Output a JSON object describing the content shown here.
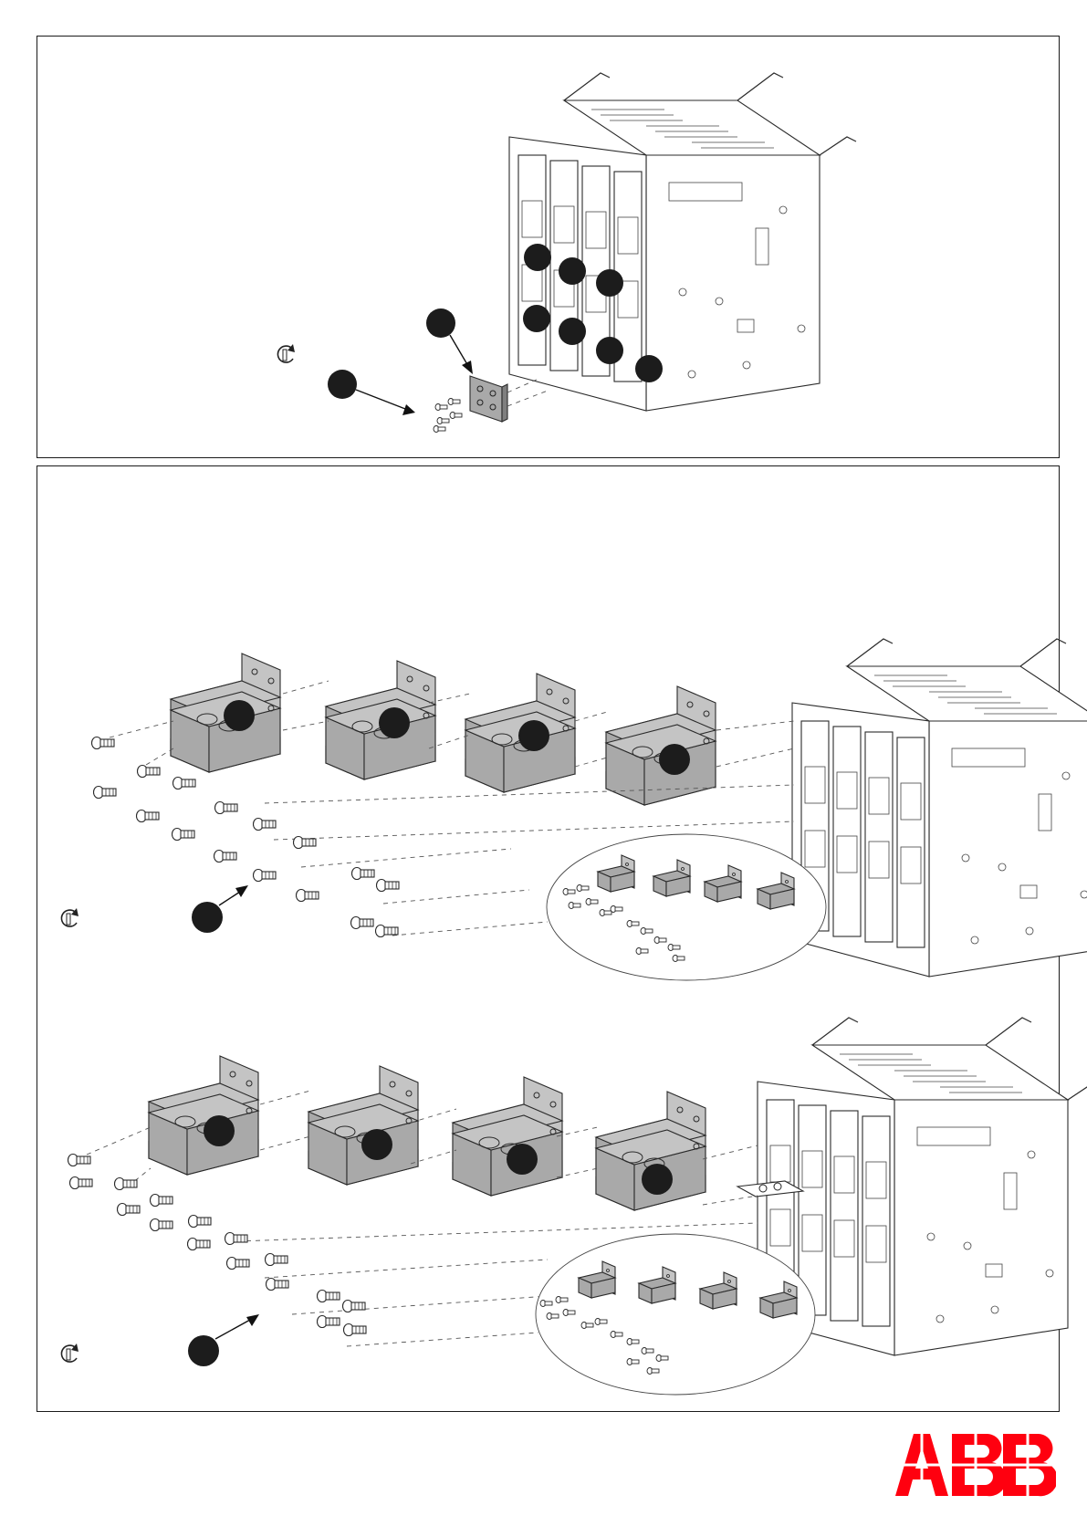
{
  "brand": {
    "name": "ABB",
    "color": "#ff000f"
  },
  "figures": [
    {
      "id": "top",
      "callouts": 2,
      "icon": "rotate-tighten-icon"
    },
    {
      "id": "middle",
      "callouts": 1,
      "icon": "rotate-tighten-icon"
    },
    {
      "id": "lower",
      "callouts": 1,
      "icon": "rotate-tighten-icon"
    }
  ]
}
